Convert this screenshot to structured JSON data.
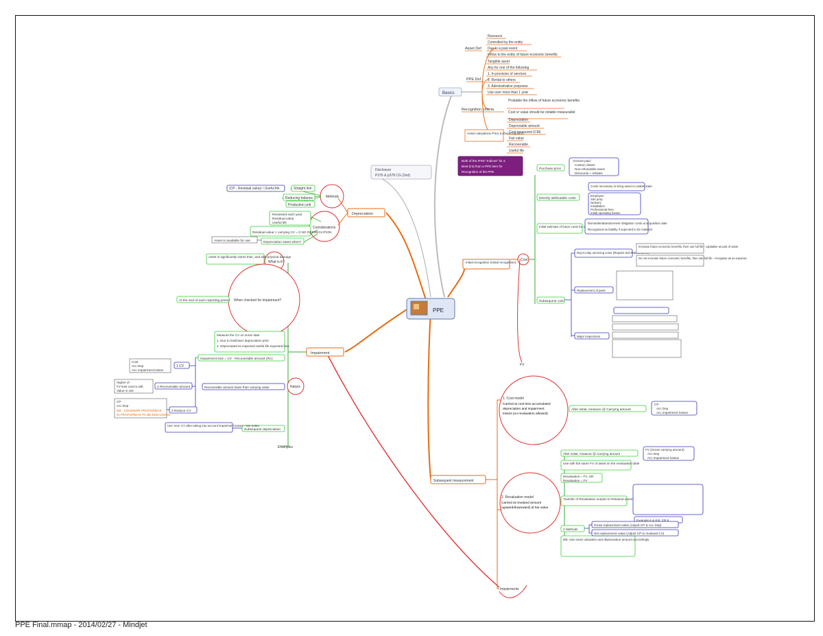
{
  "central": {
    "label": "PPE"
  },
  "footer": "PPE Final.mmap - 2014/02/27 - Mindjet",
  "notes": {
    "disclosure": [
      "Disclosure",
      "P376 & p378 CG (2nd)"
    ],
    "purple": [
      "Both of the IFRS \"Indices\" for a",
      "Best (Int) than a PPE item for",
      "Recognition of the PPE"
    ]
  },
  "branches": {
    "basics": {
      "label": "Basics",
      "asset_def": {
        "label": "Asset Def",
        "items": [
          "Resource",
          "Controlled by the entity",
          "Due to a past event",
          "Inflow to the entity of future economic benefits"
        ]
      },
      "ppe_def": {
        "label": "PPE Def",
        "items": [
          "Tangible asset",
          "Any for one of the following",
          "1. In provision of services",
          "2. Rental to others",
          "3. Administrative purposes",
          "Use over more than 1 year"
        ]
      },
      "recognition": {
        "label": "Recognition criteria",
        "items": [
          "Probable the inflow of future economic benefits",
          "Cost or value should be reliable measurable"
        ]
      },
      "asset_valuations": {
        "label": "Asset valuations Prior to Derecognition",
        "items": [
          "Depreciation",
          "Depreciable amount",
          "Cost measured (CM)",
          "Fair value",
          "Recoverable",
          "Useful life"
        ]
      }
    },
    "depreciation": {
      "label": "Depreciation",
      "methods": {
        "label": "Methods",
        "items": [
          "Straight line",
          "Reducing balance",
          "Production unit"
        ],
        "formula": "(CP - Residual value) / Useful life"
      },
      "considerations": {
        "label": "Considerations",
        "items": [
          "Reviewed each year",
          "Residual value",
          "Useful life",
          "Residual value > carrying CV = 0 NO DEPRECIATION",
          "Depreciation starts when?"
        ],
        "note": "Asset is available for use"
      }
    },
    "impairment": {
      "label": "Impairment",
      "what_is_it": {
        "label": "What is it?",
        "note": "Asset is significantly worse than, and with physical damage"
      },
      "when_checked": {
        "label": "When checked for impairment?",
        "note": "At the end of each reporting period"
      },
      "nature": {
        "label": "Nature",
        "items": [
          "Measure the CV on some date",
          "1. Due to lost/lower depreciation prior",
          "2. Depreciated its expected useful life expected loss"
        ],
        "loss": "Impairment loss = CV - Recoverable amount (RA)"
      },
      "cv": {
        "label": "1 CV",
        "items": [
          "Cost",
          "Acc Dep",
          "Acc Impairment losses"
        ]
      },
      "recoverable": {
        "label": "2 Recoverable amount",
        "items": [
          "Higher of",
          "FV less cost to sell,",
          "Value in use"
        ],
        "note": "Recoverable amount lower than carrying value"
      },
      "reduce": {
        "label": "3 Reduce CV",
        "items": [
          "CP",
          "Acc Dep",
          "NB - CONSIDER PROFORMAS",
          "IN PROFORMAS TO BE DISCUSSED"
        ]
      },
      "subsequent_dep": {
        "label": "Subsequent depreciation",
        "note": "Use 'new' CV after taking into account impairment losses - see notes."
      },
      "examples": {
        "label": "Examples"
      }
    },
    "initial": {
      "label": "Initial recognition (Initial recognition)",
      "cost": {
        "label": "Cost"
      },
      "purchase_price": {
        "label": "Purchase price",
        "items": [
          "Amount paid",
          "Custom duties",
          "Non-refundable taxes",
          "Discounts + rebates"
        ]
      },
      "directly_attributable": {
        "label": "Directly attributable costs",
        "items": [
          "Costs necessary to bring asset to usable state",
          "Employee",
          "Site prep",
          "Delivery",
          "Installation",
          "Professional fees",
          "Initial operating losses"
        ]
      },
      "initial_estimate": {
        "label": "Initial estimate of future costs for obligation costs",
        "items": [
          "Dismantle/abandonment obligation costs at acquisition date",
          "Recognised as liability if expected to be material"
        ]
      },
      "subsequent": {
        "label": "Subsequent cost",
        "items": [
          "Day-to-day servicing costs (Repairs and Maintenance)",
          "Replacement of parts",
          "Major inspections"
        ],
        "notes": [
          "Increase future economic benefits, then use full life - capitalise as part of asset",
          "Do not increase future economic benefits, then use full life - recognise as an expense"
        ]
      },
      "fv": {
        "label": "FV"
      }
    },
    "subsequent_measurement": {
      "label": "Subsequent measurement",
      "cost_model": {
        "label": "1. Cost model",
        "desc": [
          "Carried at cost less accumulated",
          "depreciation and impairment",
          "losses (no revaluation allowed)"
        ],
        "initial": "After initial, measure @ Carrying amount",
        "items": [
          "CP",
          "Acc Dep",
          "Acc impairment losses"
        ]
      },
      "revaluation_model": {
        "label": "2. Revaluation model",
        "desc": [
          "Carried at revalued amount",
          "(upward/downward) at fair value"
        ],
        "items": [
          "After initial, measure @ Carrying amount",
          "Use with the same FV of asset on the revaluation table",
          "Revaluation = FV, OR",
          "Revaluation = FV",
          "Transfer of Revaluation surplus to Retained earnings",
          "2 Methods",
          "NB: Use exact valuation and depreciation amount accordingly"
        ],
        "fv_items": [
          "FV (Gross carrying amount)",
          "Acc Dep",
          "Acc impairment losses"
        ],
        "methods": [
          "Gross replacement value (Adjust CP & Acc Dep)",
          "Net replacement value (Adjust CP to revalued CV)"
        ],
        "example": "Example 6 & 8 B, CR 9"
      },
      "impairments": {
        "label": "Impairments"
      }
    }
  }
}
